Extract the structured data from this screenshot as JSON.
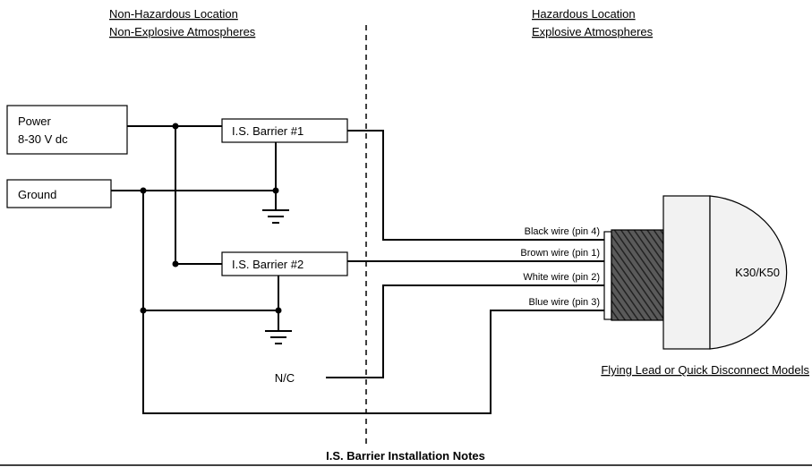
{
  "regions": {
    "non_hazardous": {
      "line1": "Non-Hazardous Location",
      "line2": "Non-Explosive Atmospheres"
    },
    "hazardous": {
      "line1": "Hazardous Location",
      "line2": "Explosive Atmospheres"
    }
  },
  "blocks": {
    "power": {
      "line1": "Power",
      "line2": "8-30 V dc"
    },
    "ground": "Ground",
    "barrier1": "I.S. Barrier #1",
    "barrier2": "I.S. Barrier #2",
    "nc": "N/C"
  },
  "wires": [
    "Black wire (pin 4)",
    "Brown wire (pin 1)",
    "White wire (pin 2)",
    "Blue wire (pin 3)"
  ],
  "device": {
    "label": "K30/K50",
    "caption": "Flying Lead or Quick Disconnect Models"
  },
  "footer": "I.S. Barrier Installation Notes",
  "colors": {
    "device_fill": "#f2f2f2",
    "thread_fill": "#4a4a4a",
    "line": "#000000"
  }
}
